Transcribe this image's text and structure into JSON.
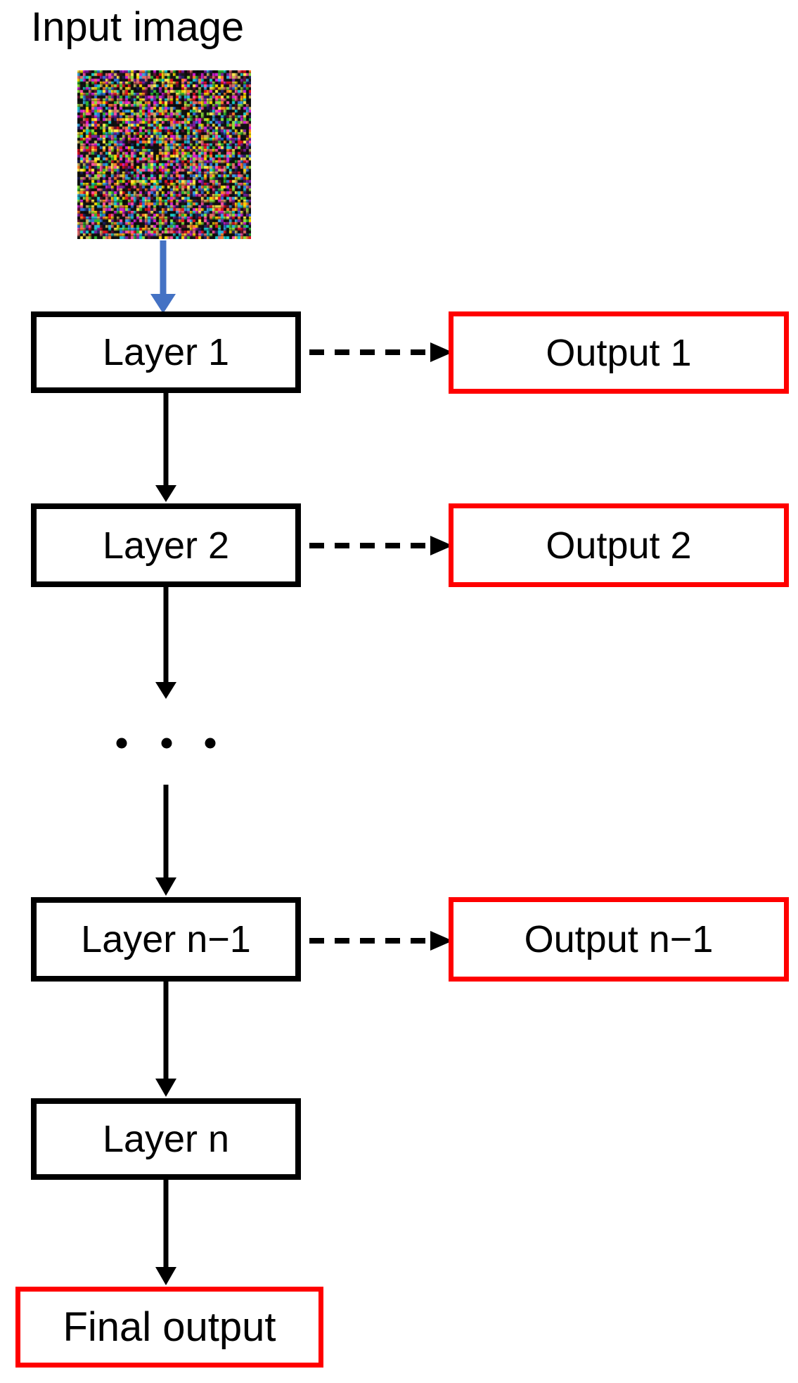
{
  "title": "Input image",
  "colors": {
    "layer_border": "#000000",
    "output_border": "#ff0000",
    "input_arrow": "#4472c4",
    "flow_arrow": "#000000",
    "background": "#ffffff"
  },
  "boxes": {
    "layer1": "Layer 1",
    "layer2": "Layer 2",
    "layer_n1": "Layer n−1",
    "layer_n": "Layer n",
    "output1": "Output 1",
    "output2": "Output 2",
    "output_n1": "Output n−1",
    "final": "Final output"
  },
  "connections": [
    {
      "from": "input-image",
      "to": "layer1",
      "style": "solid",
      "color": "#4472c4"
    },
    {
      "from": "layer1",
      "to": "output1",
      "style": "dashed",
      "color": "#000000"
    },
    {
      "from": "layer1",
      "to": "layer2",
      "style": "solid",
      "color": "#000000"
    },
    {
      "from": "layer2",
      "to": "output2",
      "style": "dashed",
      "color": "#000000"
    },
    {
      "from": "layer2",
      "to": "ellipsis",
      "style": "solid",
      "color": "#000000"
    },
    {
      "from": "ellipsis",
      "to": "layer_n1",
      "style": "solid",
      "color": "#000000"
    },
    {
      "from": "layer_n1",
      "to": "output_n1",
      "style": "dashed",
      "color": "#000000"
    },
    {
      "from": "layer_n1",
      "to": "layer_n",
      "style": "solid",
      "color": "#000000"
    },
    {
      "from": "layer_n",
      "to": "final",
      "style": "solid",
      "color": "#000000"
    }
  ],
  "ellipsis": "⋯",
  "noise": {
    "seed": 987654321,
    "cell": 4,
    "palette": [
      "#e01020",
      "#f4d400",
      "#ffe94a",
      "#2fb52f",
      "#8ce03c",
      "#2f6fd6",
      "#35a8e0",
      "#18c8c8",
      "#d21fd2",
      "#ff4fa3",
      "#ff7f27",
      "#7a1fa0",
      "#e06a6a",
      "#c8b45a",
      "#101010",
      "#181818",
      "#202060",
      "#601030"
    ],
    "grid_shade": "rgba(0,0,0,0.30)"
  }
}
